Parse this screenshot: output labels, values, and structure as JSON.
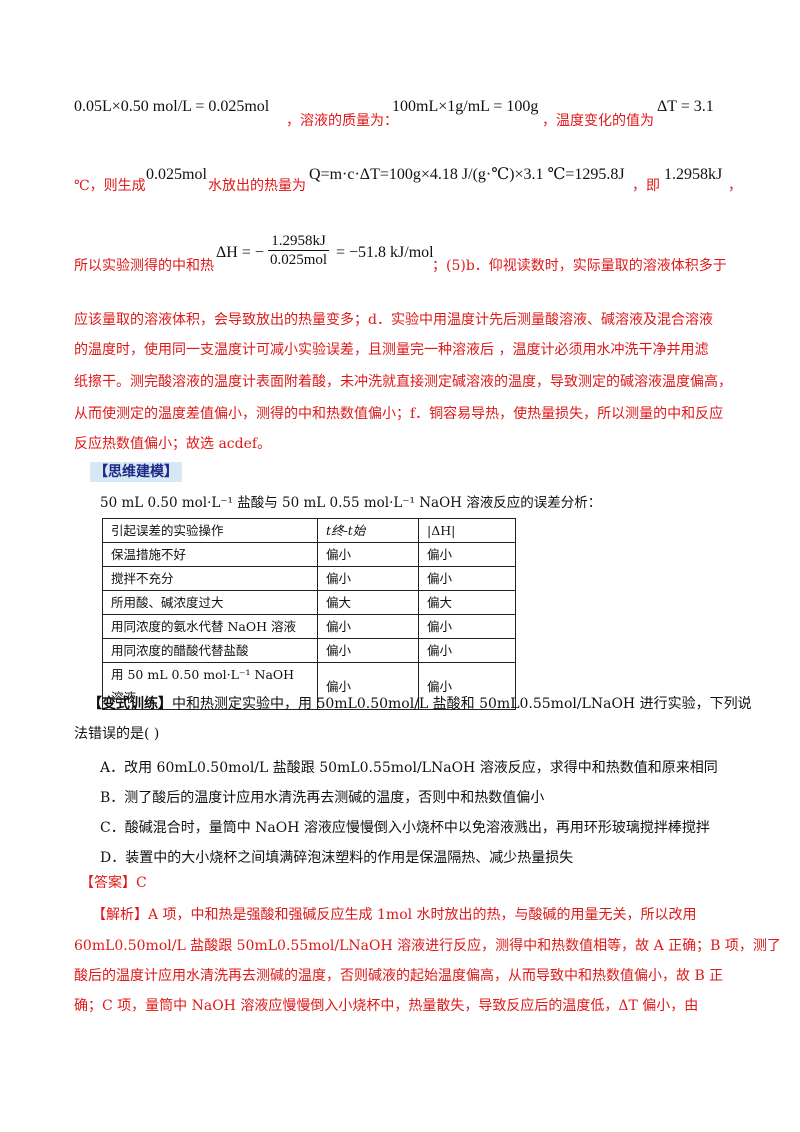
{
  "top_calc": {
    "eq1": "0.05L×0.50 mol/L = 0.025mol",
    "t1": "，溶液的质量为：",
    "eq2": "100mL×1g/mL = 100g",
    "t2": "，温度变化的值为",
    "eq3": "ΔT = 3.1",
    "line2_a": "℃，则生成",
    "eq4": "0.025mol",
    "line2_b": "水放出的热量为",
    "eq5": "Q=m·c·ΔT=100g×4.18 J/(g·℃)×3.1 ℃=1295.8J",
    "line2_c": "，即",
    "eq6": "1.2958kJ",
    "line2_d": "，",
    "line3_a": "所以实验测得的中和热",
    "eq7_lhs": "ΔH = −",
    "eq7_num": "1.2958kJ",
    "eq7_den": "0.025mol",
    "eq7_rhs": "= −51.8 kJ/mol",
    "line3_b": "；(5)b．仰视读数时，实际量取的溶液体积多于"
  },
  "paragraph_lines": [
    "应该量取的溶液体积，会导致放出的热量变多；d．实验中用温度计先后测量酸溶液、碱溶液及混合溶液",
    "的温度时，使用同一支温度计可减小实验误差，且测量完一种溶液后 ，温度计必须用水冲洗干净并用滤",
    "纸擦干。测完酸溶液的温度计表面附着酸，未冲洗就直接测定碱溶液的温度，导致测定的碱溶液温度偏高，",
    "从而使测定的温度差值偏小，测得的中和热数值偏小；f．铜容易导热，使热量损失，所以测量的中和反应",
    "反应热数值偏小；故选 acdef。"
  ],
  "model_tag": "【思维建模】",
  "table_intro": "50 mL 0.50 mol·L⁻¹ 盐酸与 50 mL 0.55 mol·L⁻¹  NaOH 溶液反应的误差分析：",
  "table": {
    "header": [
      "引起误差的实验操作",
      "t终-t始",
      "|ΔH|"
    ],
    "rows": [
      [
        "保温措施不好",
        "偏小",
        "偏小"
      ],
      [
        "搅拌不充分",
        "偏小",
        "偏小"
      ],
      [
        "所用酸、碱浓度过大",
        "偏大",
        "偏大"
      ],
      [
        "用同浓度的氨水代替 NaOH 溶液",
        "偏小",
        "偏小"
      ],
      [
        "用同浓度的醋酸代替盐酸",
        "偏小",
        "偏小"
      ],
      [
        "用 50 mL 0.50 mol·L⁻¹  NaOH 溶液",
        "偏小",
        "偏小"
      ]
    ]
  },
  "question": {
    "label": "【变式训练】",
    "stem_line1": "中和热测定实验中，用 50mL0.50mol/L 盐酸和 50mL0.55mol/LNaOH 进行实验，下列说",
    "stem_line2": "法错误的是(      )",
    "options": [
      "A．改用 60mL0.50mol/L 盐酸跟 50mL0.55mol/LNaOH 溶液反应，求得中和热数值和原来相同",
      "B．测了酸后的温度计应用水清洗再去测碱的温度，否则中和热数值偏小",
      "C．酸碱混合时，量筒中 NaOH 溶液应慢慢倒入小烧杯中以免溶液溅出，再用环形玻璃搅拌棒搅拌",
      "D．装置中的大小烧杯之间填满碎泡沫塑料的作用是保温隔热、减少热量损失"
    ]
  },
  "answer": "【答案】C",
  "analysis_lines": [
    "【解析】A 项，中和热是强酸和强碱反应生成 1mol 水时放出的热，与酸碱的用量无关，所以改用",
    "60mL0.50mol/L 盐酸跟 50mL0.55mol/LNaOH 溶液进行反应，测得中和热数值相等，故 A 正确；B 项，测了",
    "酸后的温度计应用水清洗再去测碱的温度，否则碱液的起始温度偏高，从而导致中和热数值偏小，故 B 正",
    "确；C 项，量筒中 NaOH 溶液应慢慢倒入小烧杯中，热量散失，导致反应后的温度低，ΔT 偏小，由"
  ]
}
